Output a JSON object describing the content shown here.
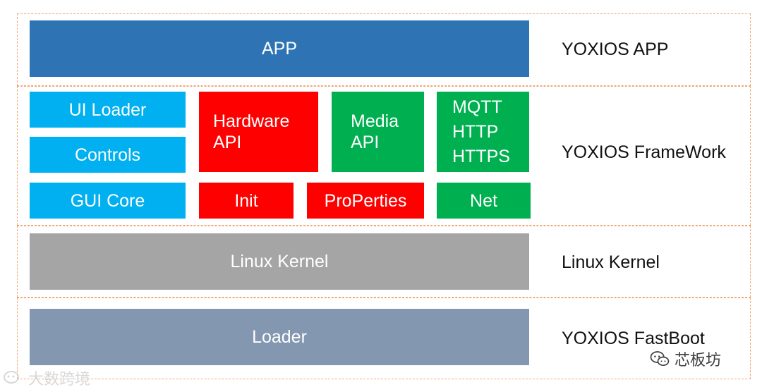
{
  "layers": {
    "app": {
      "label": "YOXIOS APP",
      "block": "APP"
    },
    "framework": {
      "label": "YOXIOS FrameWork",
      "ui_loader": "UI Loader",
      "controls": "Controls",
      "gui_core": "GUI Core",
      "hardware_api": [
        "Hardware",
        "API"
      ],
      "init": "Init",
      "media_api": [
        "Media",
        "API"
      ],
      "properties": "ProPerties",
      "protocols": [
        "MQTT",
        "HTTP",
        "HTTPS"
      ],
      "net": "Net"
    },
    "kernel": {
      "label": "Linux Kernel",
      "block": "Linux Kernel"
    },
    "fastboot": {
      "label": "YOXIOS FastBoot",
      "block": "Loader"
    }
  },
  "watermarks": {
    "left": "大数跨境",
    "right": "芯板坊"
  },
  "colors": {
    "app_blue": "#2e74b5",
    "ui_cyan": "#00b0f0",
    "api_red": "#ff0000",
    "api_green": "#00b050",
    "kernel_gray": "#a5a5a5",
    "loader_slate": "#8497b0",
    "layer_border": "#f0a878"
  }
}
